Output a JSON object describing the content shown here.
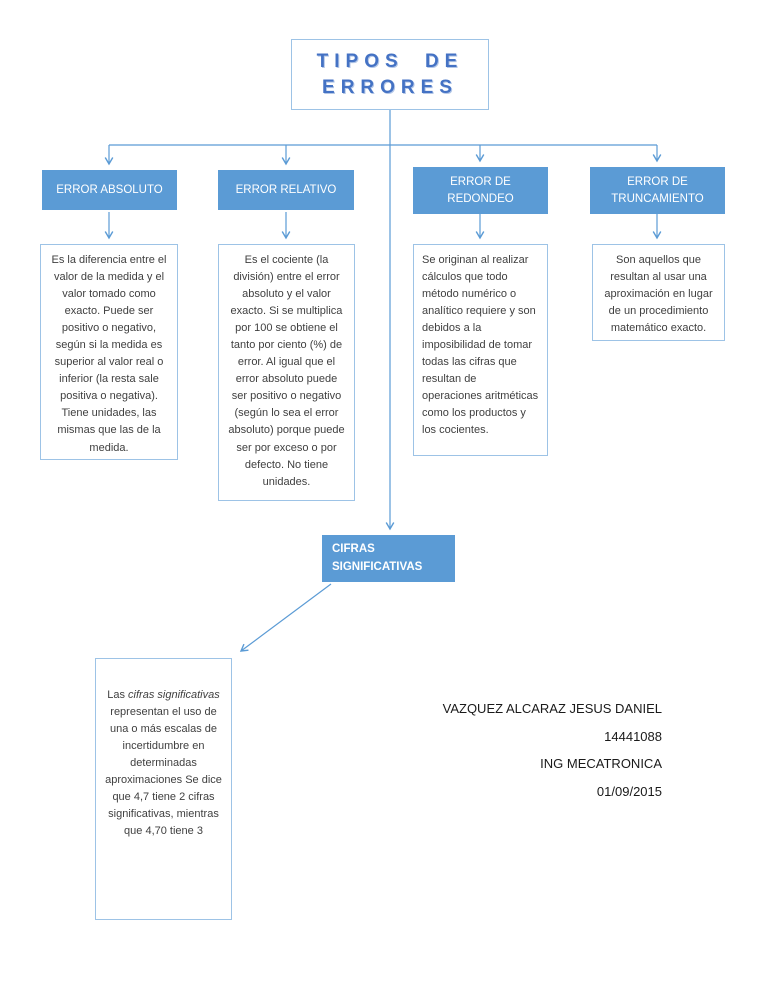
{
  "title": {
    "line1": "TIPOS DE",
    "line2": "ERRORES"
  },
  "branches": [
    {
      "label": "ERROR ABSOLUTO",
      "description": "Es la diferencia entre el valor de la medida y el valor tomado como exacto. Puede ser positivo o negativo, según si la medida es superior al valor real o inferior (la resta sale positiva o negativa). Tiene unidades, las mismas que las de la medida."
    },
    {
      "label": "ERROR RELATIVO",
      "description": "Es el cociente (la división) entre el error absoluto y el valor exacto. Si se multiplica por 100 se obtiene el tanto por ciento (%) de error. Al igual que el error absoluto puede ser positivo o negativo (según lo sea el error absoluto) porque puede ser por exceso o por defecto. No tiene unidades."
    },
    {
      "label": "ERROR DE REDONDEO",
      "description": "Se originan al realizar cálculos que todo método numérico o analítico requiere y son debidos a la imposibilidad de tomar todas las cifras que resultan de operaciones aritméticas como los productos y los cocientes."
    },
    {
      "label": "ERROR DE TRUNCAMIENTO",
      "description": "Son aquellos que resultan al usar una aproximación en lugar de un procedimiento matemático exacto."
    }
  ],
  "cifras": {
    "label": "CIFRAS SIGNIFICATIVAS",
    "description_part1": "Las ",
    "description_italic": "cifras significativas",
    "description_part2": " representan el uso de una o más escalas de incertidumbre en determinadas aproximaciones Se dice que 4,7 tiene 2 cifras significativas, mientras que 4,70 tiene 3"
  },
  "footer": {
    "name": "VAZQUEZ ALCARAZ JESUS DANIEL",
    "student_id": "14441088",
    "program": "ING MECATRONICA",
    "date": "01/09/2015"
  },
  "colors": {
    "accent": "#5b9bd5",
    "box_border": "#9dc3e6",
    "title_text": "#4472c4"
  }
}
